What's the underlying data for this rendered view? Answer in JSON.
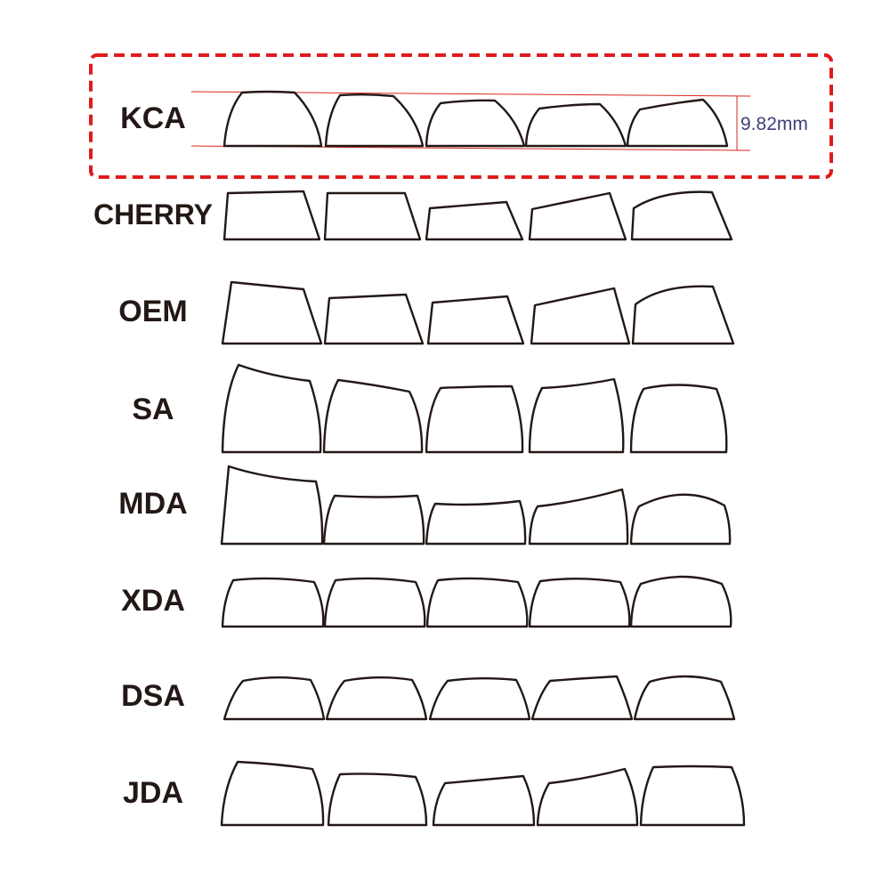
{
  "accent_color": "#e01b1b",
  "highlight": {
    "profile": "KCA",
    "measurement": "9.82mm",
    "style": "dashed"
  },
  "profiles": [
    {
      "name": "KCA",
      "keycap_count": 5
    },
    {
      "name": "CHERRY",
      "keycap_count": 5
    },
    {
      "name": "OEM",
      "keycap_count": 5
    },
    {
      "name": "SA",
      "keycap_count": 5
    },
    {
      "name": "MDA",
      "keycap_count": 5
    },
    {
      "name": "XDA",
      "keycap_count": 5
    },
    {
      "name": "DSA",
      "keycap_count": 5
    },
    {
      "name": "JDA",
      "keycap_count": 5
    }
  ]
}
